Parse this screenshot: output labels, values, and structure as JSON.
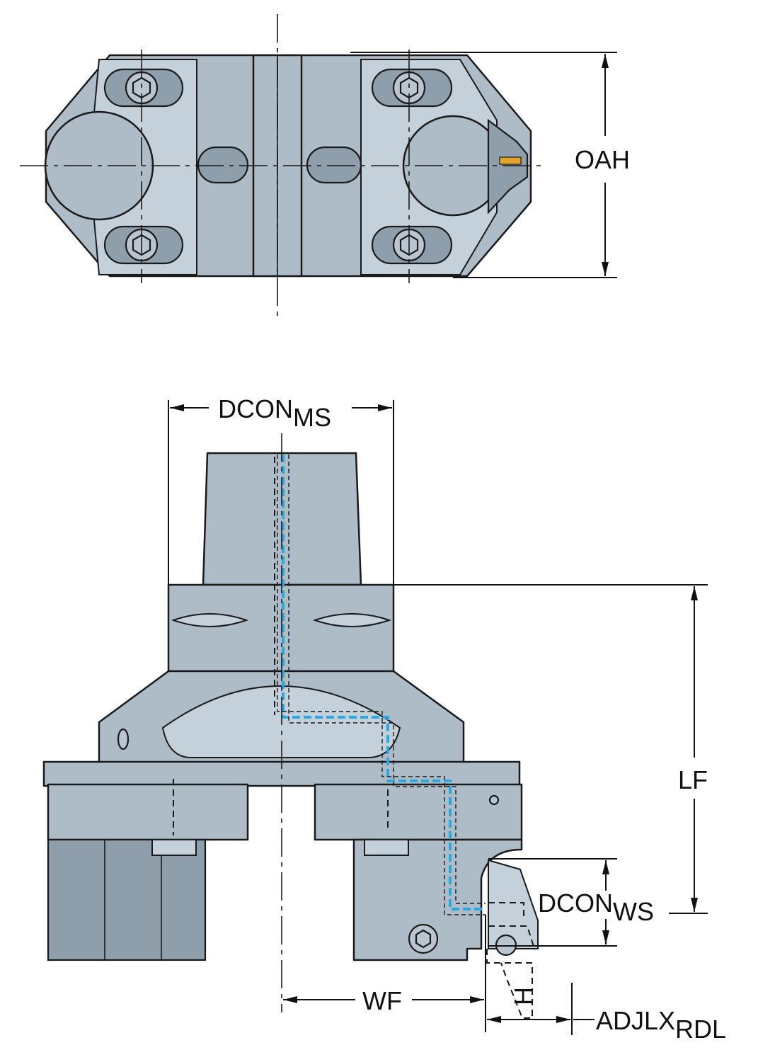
{
  "figure": {
    "views": [
      "top-view",
      "front-view"
    ],
    "colors": {
      "body": "#aebcc8",
      "coolant_channel": "#29a9df",
      "insert": "#e0a52a",
      "lines": "#1a1a1a",
      "background": "#ffffff"
    }
  },
  "dimensions": {
    "oah": {
      "label": "OAH"
    },
    "dcon_ms": {
      "label": "DCON",
      "sub": "MS"
    },
    "lf": {
      "label": "LF"
    },
    "dcon_ws": {
      "label": "DCON",
      "sub": "WS"
    },
    "wf": {
      "label": "WF"
    },
    "adjlx_rdl": {
      "label": "ADJLX",
      "sub": "RDL"
    },
    "h": {
      "label": "H"
    }
  }
}
